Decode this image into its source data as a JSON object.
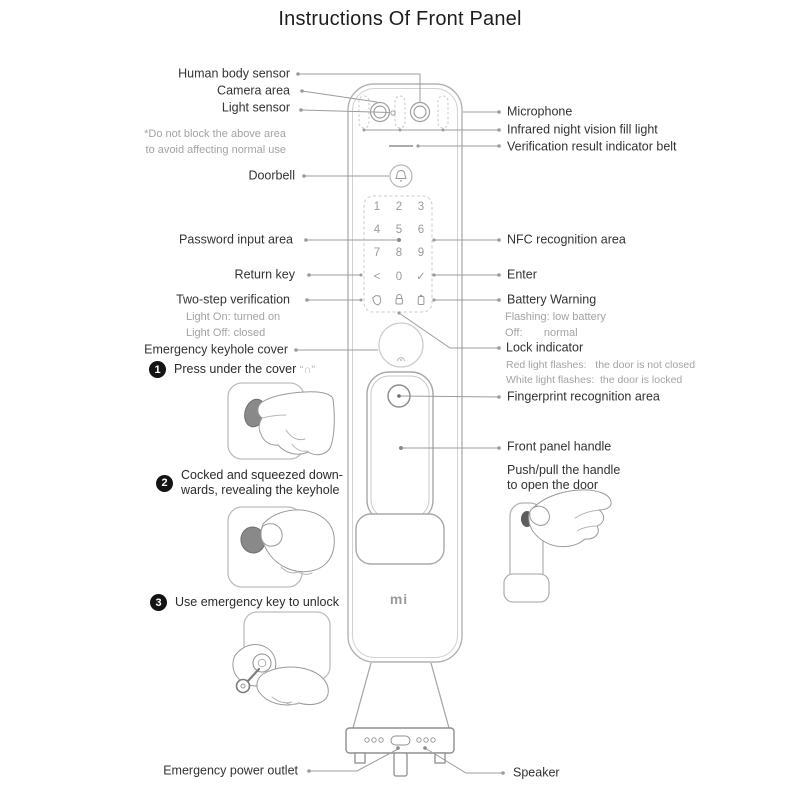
{
  "title": "Instructions Of Front Panel",
  "annotations": {
    "human_body_sensor": "Human body sensor",
    "camera_area": "Camera area",
    "light_sensor": "Light sensor",
    "block_note_line1": "*Do not block the above area",
    "block_note_line2": "to avoid affecting normal use",
    "doorbell": "Doorbell",
    "password_input_area": "Password input area",
    "return_key": "Return key",
    "two_step_verification": "Two-step verification",
    "light_on_note": "Light On: turned on",
    "light_off_note": "Light Off: closed",
    "emergency_keyhole_cover": "Emergency keyhole cover",
    "emergency_power_outlet": "Emergency power outlet",
    "microphone": "Microphone",
    "infrared_fill_light": "Infrared night vision fill light",
    "verification_indicator_belt": "Verification result indicator belt",
    "nfc_recognition_area": "NFC recognition area",
    "enter": "Enter",
    "battery_warning": "Battery Warning",
    "battery_flashing_note": "Flashing: low battery",
    "battery_off_note": "Off:       normal",
    "lock_indicator": "Lock indicator",
    "lock_red_note": "Red light flashes:   the door is not closed",
    "lock_white_note": "White light flashes:  the door is locked",
    "fingerprint_recognition_area": "Fingerprint recognition area",
    "front_panel_handle": "Front panel handle",
    "push_pull_line1": "Push/pull the handle",
    "push_pull_line2": "to open the door",
    "speaker": "Speaker"
  },
  "steps": [
    {
      "num": "1",
      "text": "Press under the cover",
      "icon_text": "“∩”"
    },
    {
      "num": "2",
      "line1": "Cocked and squeezed down-",
      "line2": "wards, revealing the keyhole"
    },
    {
      "num": "3",
      "text": "Use emergency key to unlock"
    }
  ],
  "keypad": {
    "rows": [
      [
        "1",
        "2",
        "3"
      ],
      [
        "4",
        "5",
        "6"
      ],
      [
        "7",
        "8",
        "9"
      ],
      [
        "<",
        "0",
        "✓"
      ]
    ]
  },
  "brand_logo": "mi",
  "colors": {
    "leader_line": "#9c9c9c",
    "panel_stroke": "#b3b3b3",
    "label_text": "#333333",
    "note_text": "#a3a3a3",
    "dark_fill": "#898989",
    "step_badge": "#141414"
  }
}
